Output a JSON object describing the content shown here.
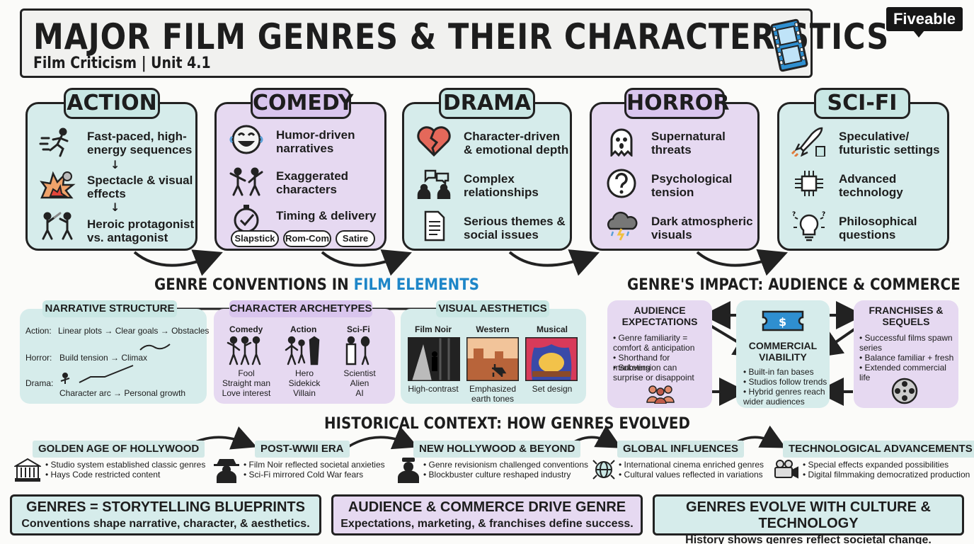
{
  "header": {
    "title": "MAJOR FILM GENRES & THEIR CHARACTERISTICS",
    "subtitle": "Film Criticism | Unit 4.1",
    "logo": "Fiveable",
    "film_icon": "film-strip-icon"
  },
  "genres": [
    {
      "name": "ACTION",
      "items": [
        "Fast-paced, high-energy sequences",
        "Spectacle & visual effects",
        "Heroic protagonist vs. antagonist"
      ],
      "icons": [
        "running-person-icon",
        "explosion-icon",
        "fighting-figures-icon"
      ]
    },
    {
      "name": "COMEDY",
      "items": [
        "Humor-driven narratives",
        "Exaggerated characters",
        "Timing & delivery"
      ],
      "icons": [
        "laughing-face-icon",
        "dancing-figures-icon",
        "stopwatch-check-icon"
      ],
      "tags": [
        "Slapstick",
        "Rom-Com",
        "Satire"
      ]
    },
    {
      "name": "DRAMA",
      "items": [
        "Character-driven & emotional depth",
        "Complex relationships",
        "Serious themes & social issues"
      ],
      "icons": [
        "broken-heart-icon",
        "conversation-icon",
        "document-icon"
      ]
    },
    {
      "name": "HORROR",
      "items": [
        "Supernatural threats",
        "Psychological tension",
        "Dark atmospheric visuals"
      ],
      "icons": [
        "ghost-icon",
        "question-mark-icon",
        "storm-cloud-icon"
      ]
    },
    {
      "name": "SCI-FI",
      "items": [
        "Speculative/ futuristic settings",
        "Advanced technology",
        "Philosophical questions"
      ],
      "icons": [
        "rocket-icon",
        "circuit-chip-icon",
        "lightbulb-icon"
      ]
    }
  ],
  "conventions": {
    "title_a": "GENRE CONVENTIONS IN ",
    "title_b": "FILM ELEMENTS",
    "narrative": {
      "title": "NARRATIVE STRUCTURE",
      "rows": [
        {
          "label": "Action:",
          "text": "Linear plots → Clear goals → Obstacles"
        },
        {
          "label": "Horror:",
          "text": "Build tension → Climax"
        },
        {
          "label": "Drama:",
          "text": "Character arc → Personal growth"
        }
      ]
    },
    "archetypes": {
      "title": "CHARACTER ARCHETYPES",
      "columns": [
        {
          "name": "Comedy",
          "roles": [
            "Fool",
            "Straight man",
            "Love interest"
          ]
        },
        {
          "name": "Action",
          "roles": [
            "Hero",
            "Sidekick",
            "Villain"
          ]
        },
        {
          "name": "Sci-Fi",
          "roles": [
            "Scientist",
            "Alien",
            "AI"
          ]
        }
      ]
    },
    "visual": {
      "title": "VISUAL AESTHETICS",
      "columns": [
        {
          "name": "Film Noir",
          "caption": "High-contrast"
        },
        {
          "name": "Western",
          "caption": "Emphasized earth tones"
        },
        {
          "name": "Musical",
          "caption": "Set design"
        }
      ]
    }
  },
  "impact": {
    "title": "GENRE'S IMPACT: AUDIENCE & COMMERCE",
    "audience": {
      "title": "AUDIENCE EXPECTATIONS",
      "bullets": [
        "Genre familiarity = comfort & anticipation",
        "Shorthand for marketing",
        "Subversion can surprise or disappoint"
      ]
    },
    "commercial": {
      "title": "COMMERCIAL VIABILITY",
      "bullets": [
        "Built-in fan bases",
        "Studios follow trends",
        "Hybrid genres reach wider audiences"
      ]
    },
    "franchises": {
      "title": "FRANCHISES & SEQUELS",
      "bullets": [
        "Successful films spawn series",
        "Balance familiar + fresh",
        "Extended commercial life"
      ]
    }
  },
  "history": {
    "title": "HISTORICAL CONTEXT: HOW GENRES EVOLVED",
    "eras": [
      {
        "name": "GOLDEN AGE OF HOLLYWOOD",
        "bullets": [
          "Studio system established classic genres",
          "Hays Code restricted content"
        ],
        "icon": "studio-building-icon"
      },
      {
        "name": "POST-WWII ERA",
        "bullets": [
          "Film Noir reflected societal anxieties",
          "Sci-Fi mirrored Cold War fears"
        ],
        "icon": "detective-icon"
      },
      {
        "name": "NEW HOLLYWOOD & BEYOND",
        "bullets": [
          "Genre revisionism challenged conventions",
          "Blockbuster culture reshaped industry"
        ],
        "icon": "director-icon"
      },
      {
        "name": "GLOBAL INFLUENCES",
        "bullets": [
          "International cinema enriched genres",
          "Cultural values reflected in variations"
        ],
        "icon": "globe-icon"
      },
      {
        "name": "TECHNOLOGICAL ADVANCEMENTS",
        "bullets": [
          "Special effects expanded possibilities",
          "Digital filmmaking democratized production"
        ],
        "icon": "camera-icon"
      }
    ]
  },
  "takeaways": [
    {
      "title": "GENRES = STORYTELLING BLUEPRINTS",
      "text": "Conventions shape narrative, character, & aesthetics."
    },
    {
      "title": "AUDIENCE & COMMERCE DRIVE GENRE",
      "text": "Expectations, marketing, & franchises define success."
    },
    {
      "title": "GENRES EVOLVE WITH CULTURE & TECHNOLOGY",
      "text": "History shows genres reflect societal change."
    }
  ],
  "colors": {
    "teal": "#d6eceb",
    "purple": "#e6d9f1",
    "accent_blue": "#1e86c8",
    "ink": "#222222"
  }
}
